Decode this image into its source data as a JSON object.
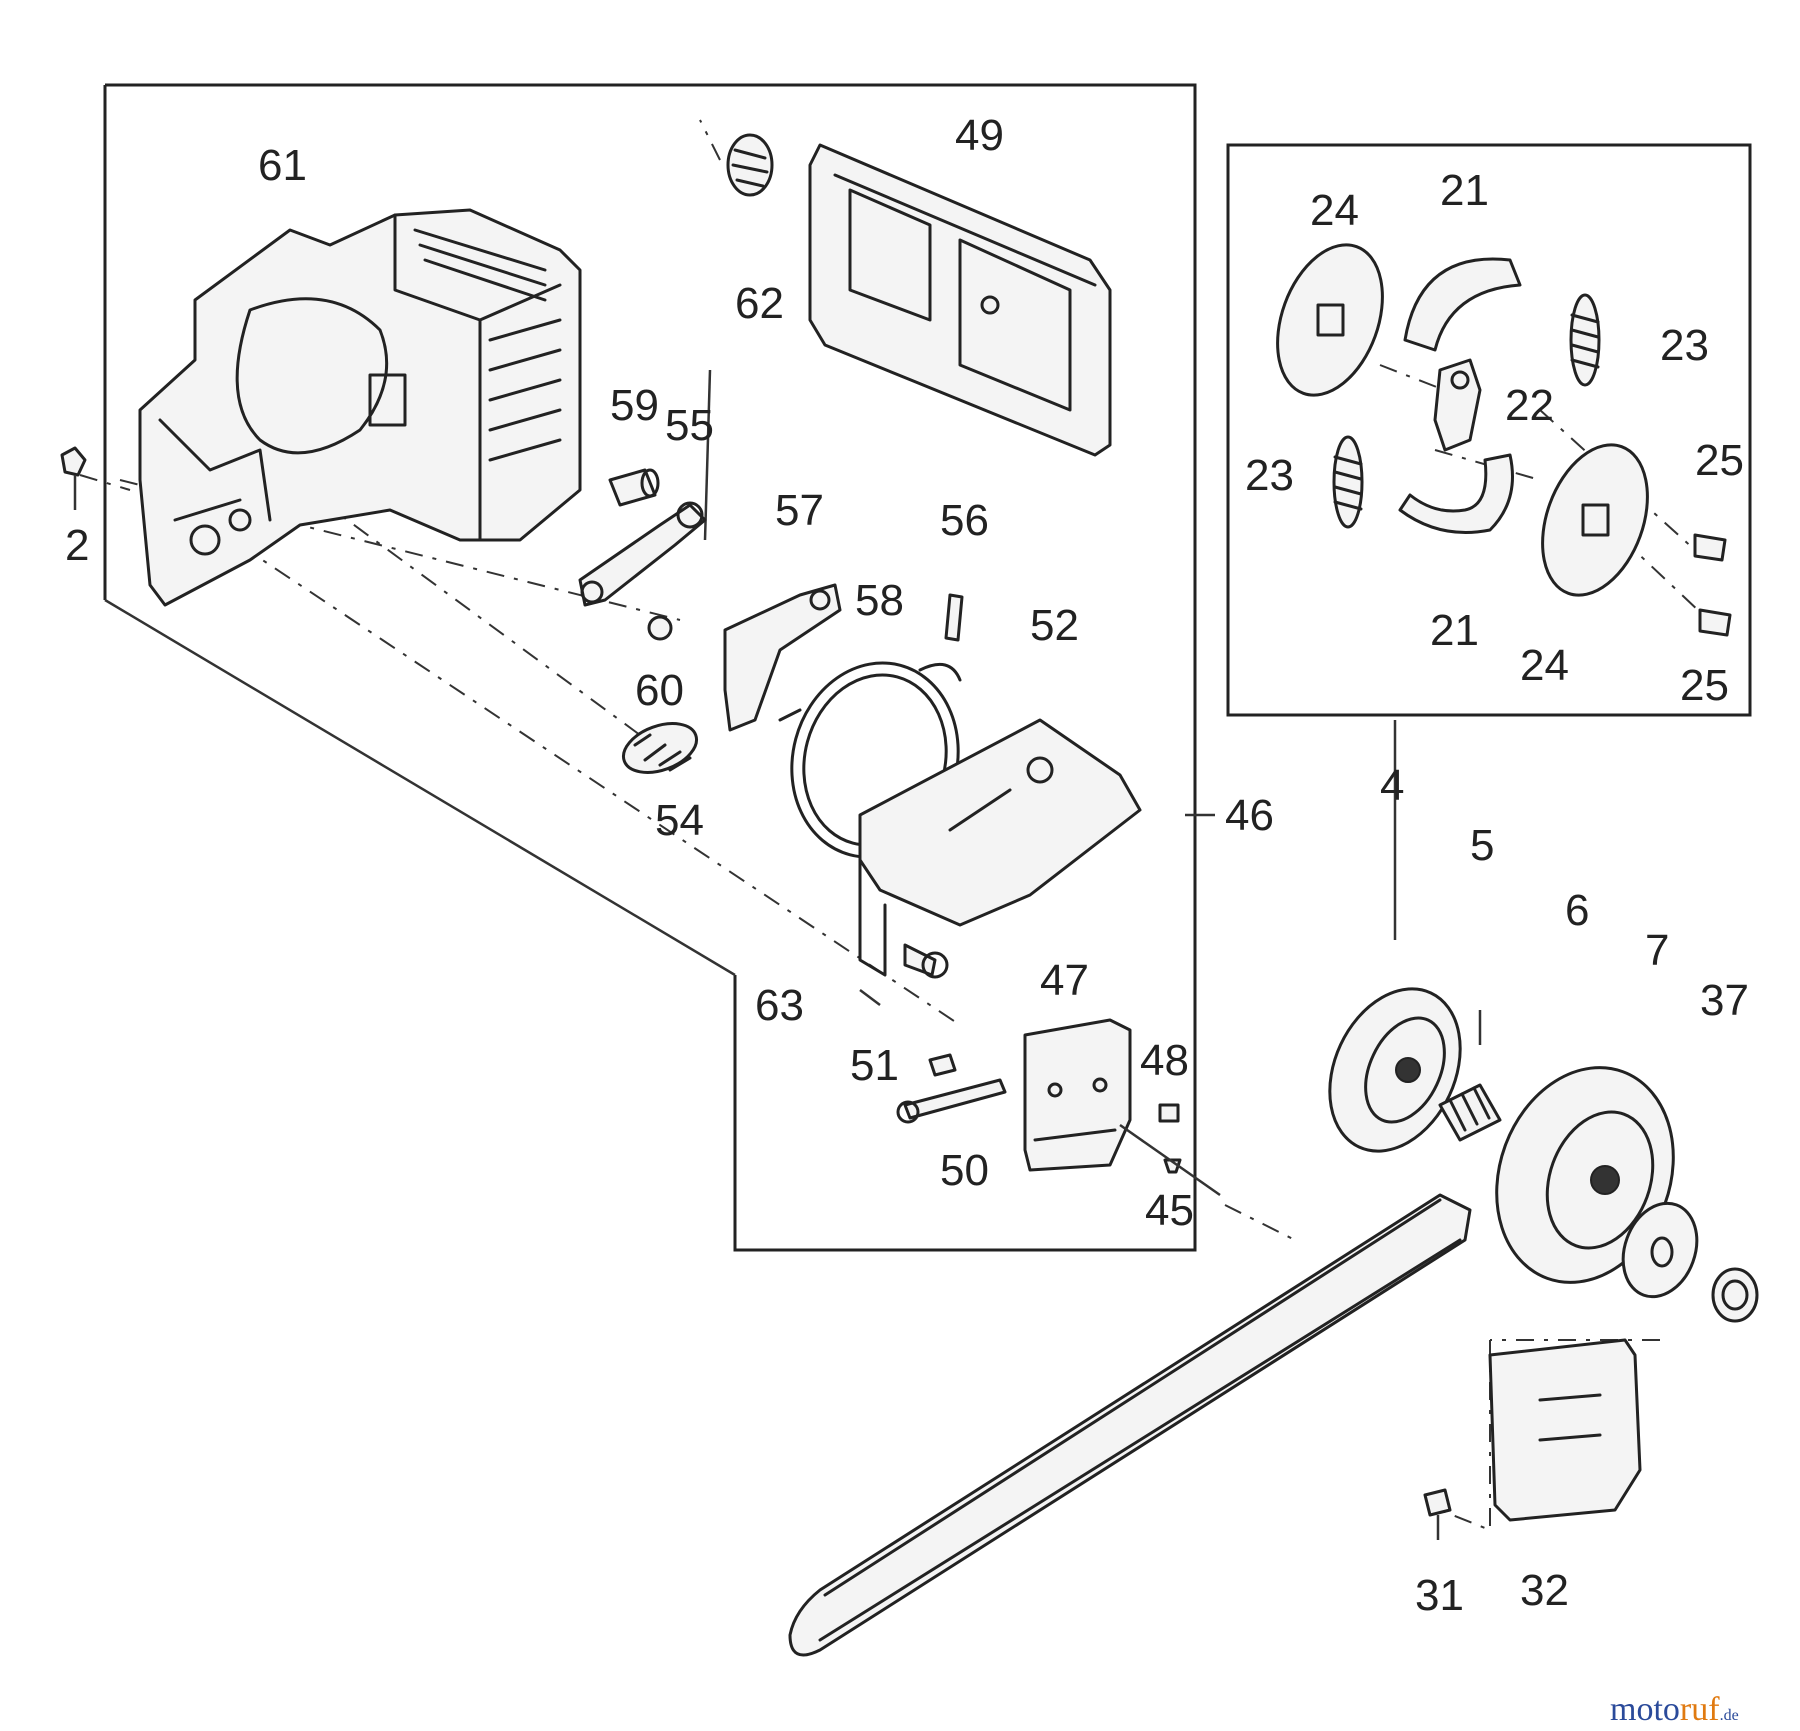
{
  "diagram": {
    "part_labels": {
      "p2": "2",
      "p4": "4",
      "p5": "5",
      "p6": "6",
      "p7": "7",
      "p21a": "21",
      "p21b": "21",
      "p22": "22",
      "p23a": "23",
      "p23b": "23",
      "p24a": "24",
      "p24b": "24",
      "p25a": "25",
      "p25b": "25",
      "p31": "31",
      "p32": "32",
      "p37": "37",
      "p45": "45",
      "p46": "46",
      "p47": "47",
      "p48": "48",
      "p49": "49",
      "p50": "50",
      "p51": "51",
      "p52": "52",
      "p54": "54",
      "p55": "55",
      "p56": "56",
      "p57": "57",
      "p58": "58",
      "p59": "59",
      "p60": "60",
      "p61": "61",
      "p62": "62",
      "p63": "63"
    },
    "watermark": {
      "part1": "moto",
      "part2": "ruf",
      "suffix": ".de"
    },
    "colors": {
      "line": "#222222",
      "watermark_blue": "#2a4a9a",
      "watermark_orange": "#e07a10"
    }
  }
}
